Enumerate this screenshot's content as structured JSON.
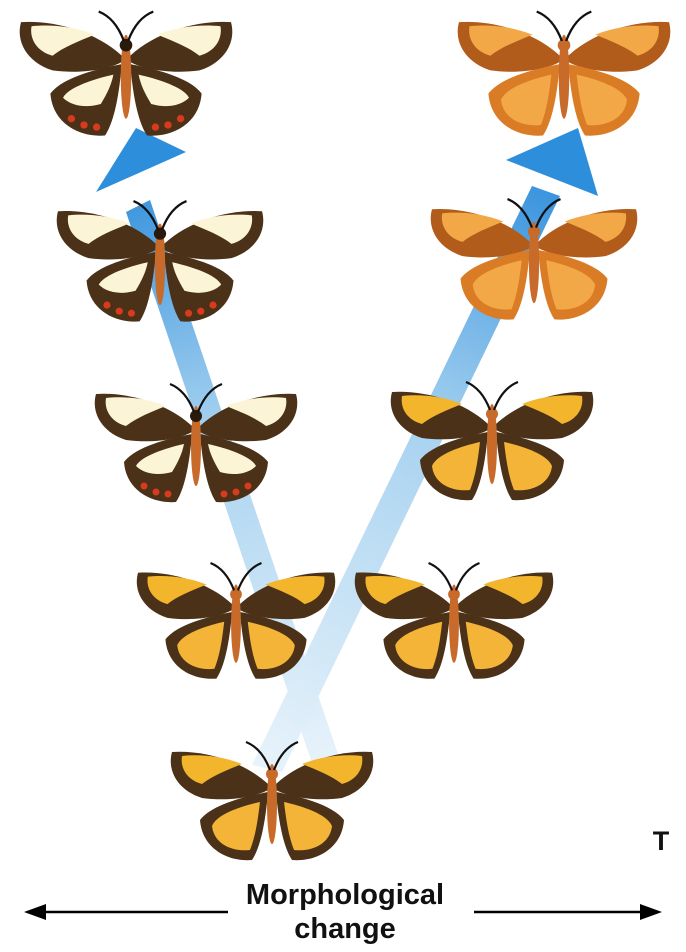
{
  "axis": {
    "line1": "Morphological",
    "line2": "change"
  },
  "time_marker": "T",
  "colors": {
    "arrow_light": "#c6e3f6",
    "arrow_dark": "#2d8fdc",
    "wing_dark": "#4a3118",
    "wing_yellow": "#f2b52c",
    "wing_cream": "#fbf4d6",
    "wing_orange": "#e38a2a",
    "wing_orange_light": "#f3a847",
    "body": "#c86a2a",
    "spot_red": "#d83a1e"
  },
  "lineages": {
    "ancestor": {
      "name": "ancestor-butterfly"
    },
    "left": {
      "stages": [
        "stage-1",
        "stage-2",
        "stage-3",
        "stage-4"
      ]
    },
    "right": {
      "stages": [
        "stage-1",
        "stage-2",
        "stage-3",
        "stage-4"
      ]
    }
  }
}
